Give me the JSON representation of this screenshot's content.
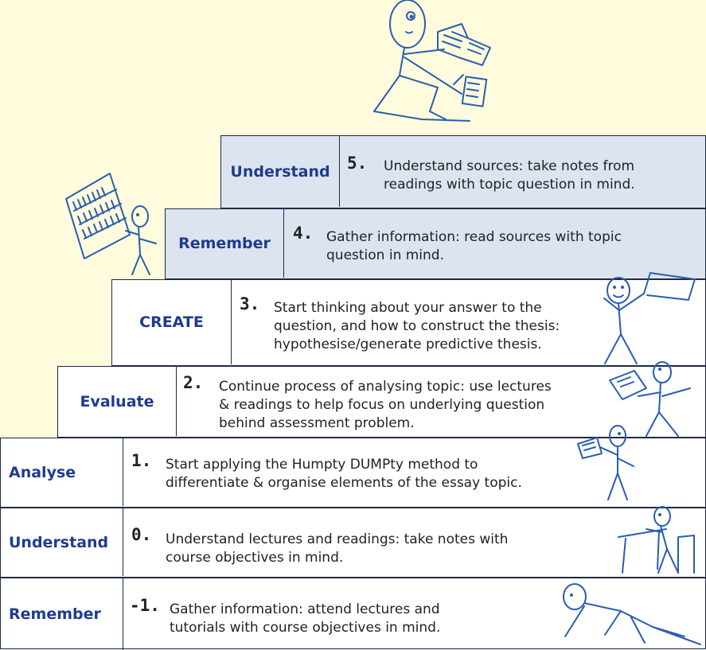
{
  "colors": {
    "background": "#FFFBDC",
    "top_step": "#DCE4F0",
    "other_step": "#FFFFFF",
    "label": "#1F3B8F",
    "sketch": "#2A5DB0"
  },
  "steps": [
    {
      "label": "Understand",
      "number": "5.",
      "text_lines": [
        "Understand sources: take notes from",
        "readings with topic question in mind."
      ]
    },
    {
      "label": "Remember",
      "number": "4.",
      "text_lines": [
        "Gather information: read sources with topic",
        "question in mind."
      ]
    },
    {
      "label": "CREATE",
      "number": "3.",
      "text_lines": [
        "Start thinking about your answer to the",
        "question, and how to construct the thesis:",
        "hypothesise/generate predictive thesis."
      ]
    },
    {
      "label": "Evaluate",
      "number": "2.",
      "text_lines": [
        "Continue process of analysing topic: use lectures",
        "& readings to help focus on underlying question",
        "behind assessment problem."
      ]
    },
    {
      "label": "Analyse",
      "number": "1.",
      "text_lines": [
        "Start applying the Humpty DUMPty method to",
        "differentiate & organise elements of the essay topic."
      ]
    },
    {
      "label": "Understand",
      "number": "0.",
      "text_lines": [
        "Understand lectures and readings: take notes with",
        "course objectives in mind."
      ]
    },
    {
      "label": "Remember",
      "number": "-1.",
      "text_lines": [
        "Gather information: attend lectures and",
        "tutorials with course objectives in mind."
      ]
    }
  ],
  "illustrations": [
    "stick-figure-reading-on-top",
    "stick-figure-at-bookshelf",
    "stick-figure-with-flag",
    "stick-figure-with-paper",
    "stick-figure-holding-book",
    "stick-figure-at-desk",
    "stick-figure-crawling"
  ]
}
